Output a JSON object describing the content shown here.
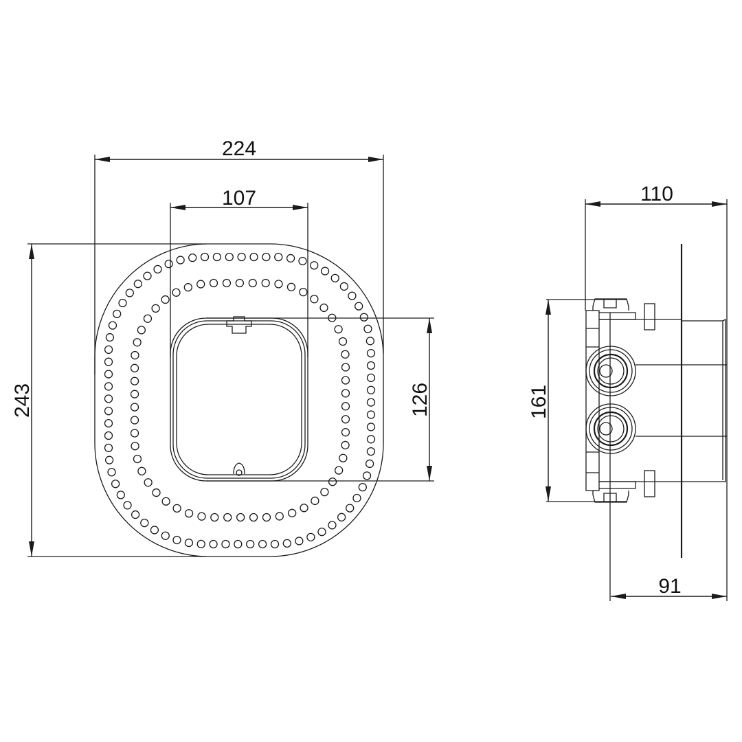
{
  "drawing": {
    "front_view": {
      "width_overall": "224",
      "width_opening": "107",
      "height_overall": "243",
      "height_opening": "126"
    },
    "side_view": {
      "depth_overall": "110",
      "depth_body": "91",
      "height_body": "161"
    },
    "line_color": "#1a1a1a"
  }
}
